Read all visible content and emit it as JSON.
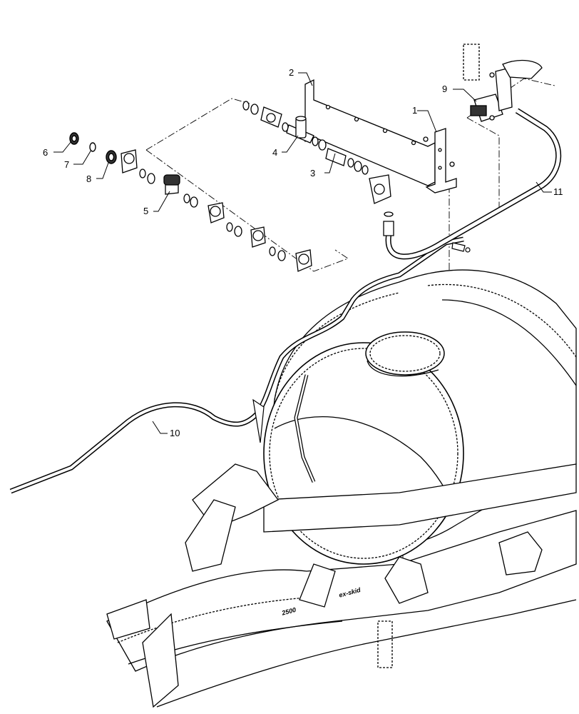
{
  "diagram": {
    "callouts": [
      "1",
      "2",
      "3",
      "4",
      "5",
      "6",
      "7",
      "8",
      "9",
      "10",
      "11"
    ],
    "stamp_labels": [
      "2500",
      "ex-skid"
    ]
  }
}
